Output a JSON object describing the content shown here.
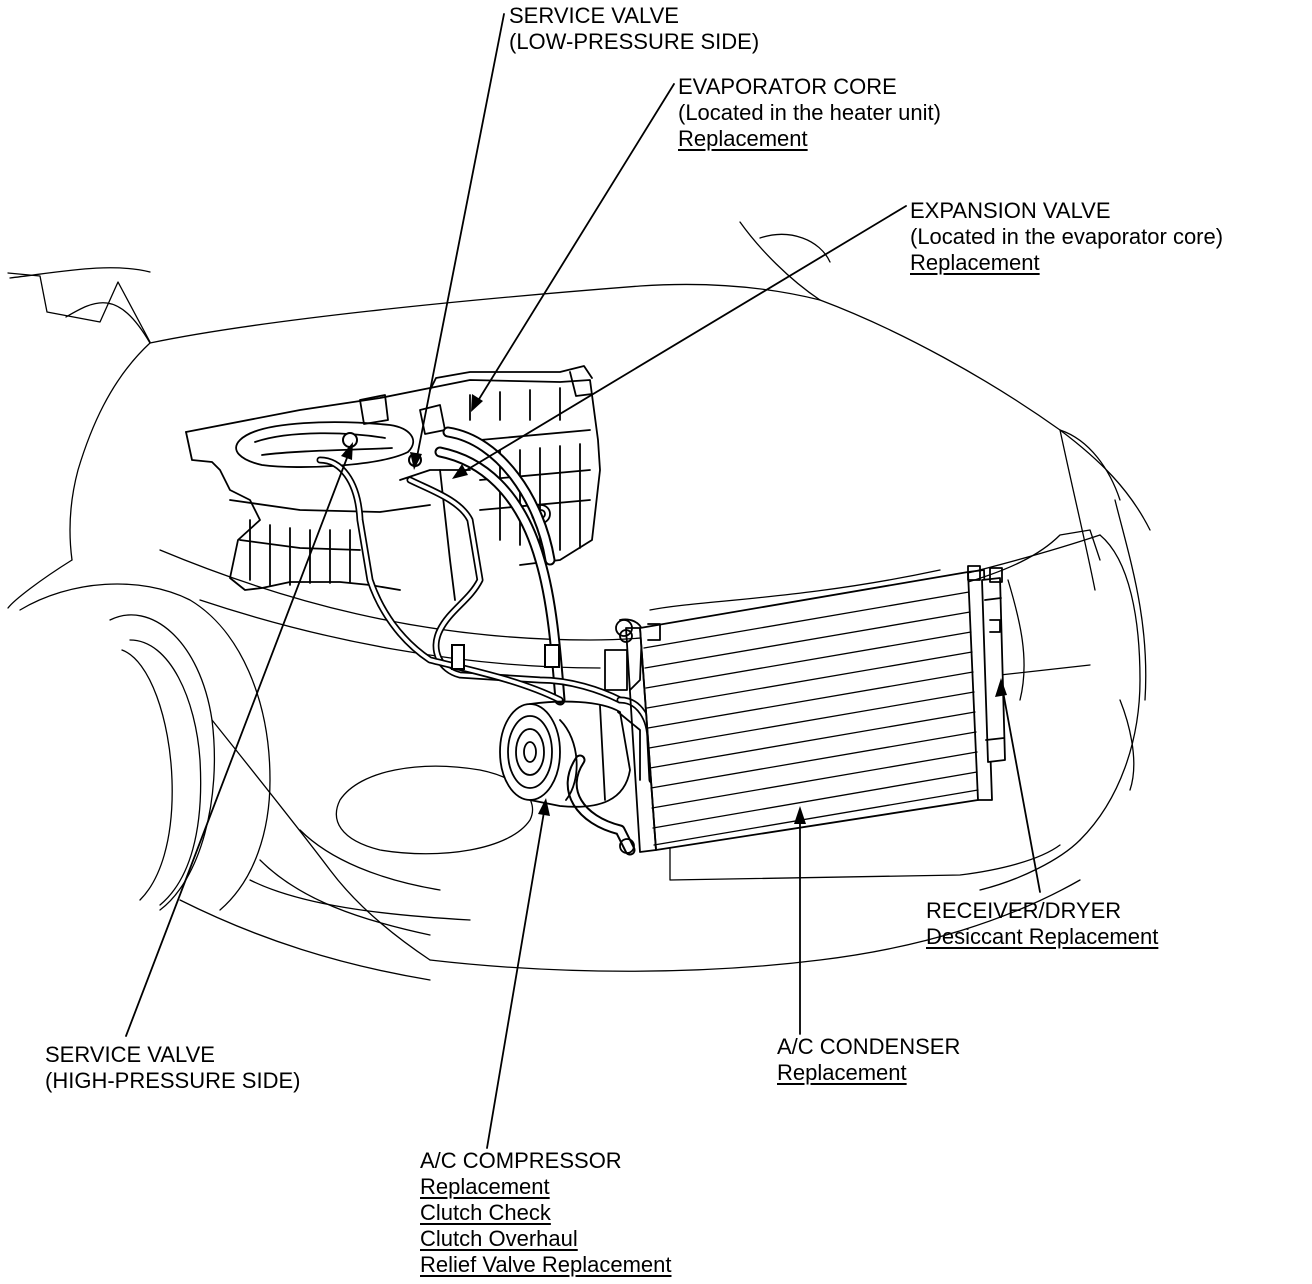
{
  "labels": {
    "service_valve_low": {
      "lines": [
        "SERVICE VALVE",
        "(LOW-PRESSURE SIDE)"
      ],
      "links": []
    },
    "evaporator_core": {
      "lines": [
        "EVAPORATOR CORE",
        "(Located in the heater unit)"
      ],
      "links": [
        "Replacement"
      ]
    },
    "expansion_valve": {
      "lines": [
        "EXPANSION VALVE",
        "(Located in the evaporator core)"
      ],
      "links": [
        "Replacement"
      ]
    },
    "receiver_dryer": {
      "lines": [
        "RECEIVER/DRYER"
      ],
      "links": [
        "Desiccant Replacement"
      ]
    },
    "ac_condenser": {
      "lines": [
        "A/C CONDENSER"
      ],
      "links": [
        "Replacement"
      ]
    },
    "service_valve_high": {
      "lines": [
        "SERVICE VALVE",
        "(HIGH-PRESSURE SIDE)"
      ],
      "links": []
    },
    "ac_compressor": {
      "lines": [
        "A/C COMPRESSOR"
      ],
      "links": [
        "Replacement",
        "Clutch Check",
        "Clutch Overhaul",
        "Relief Valve Replacement"
      ]
    }
  }
}
